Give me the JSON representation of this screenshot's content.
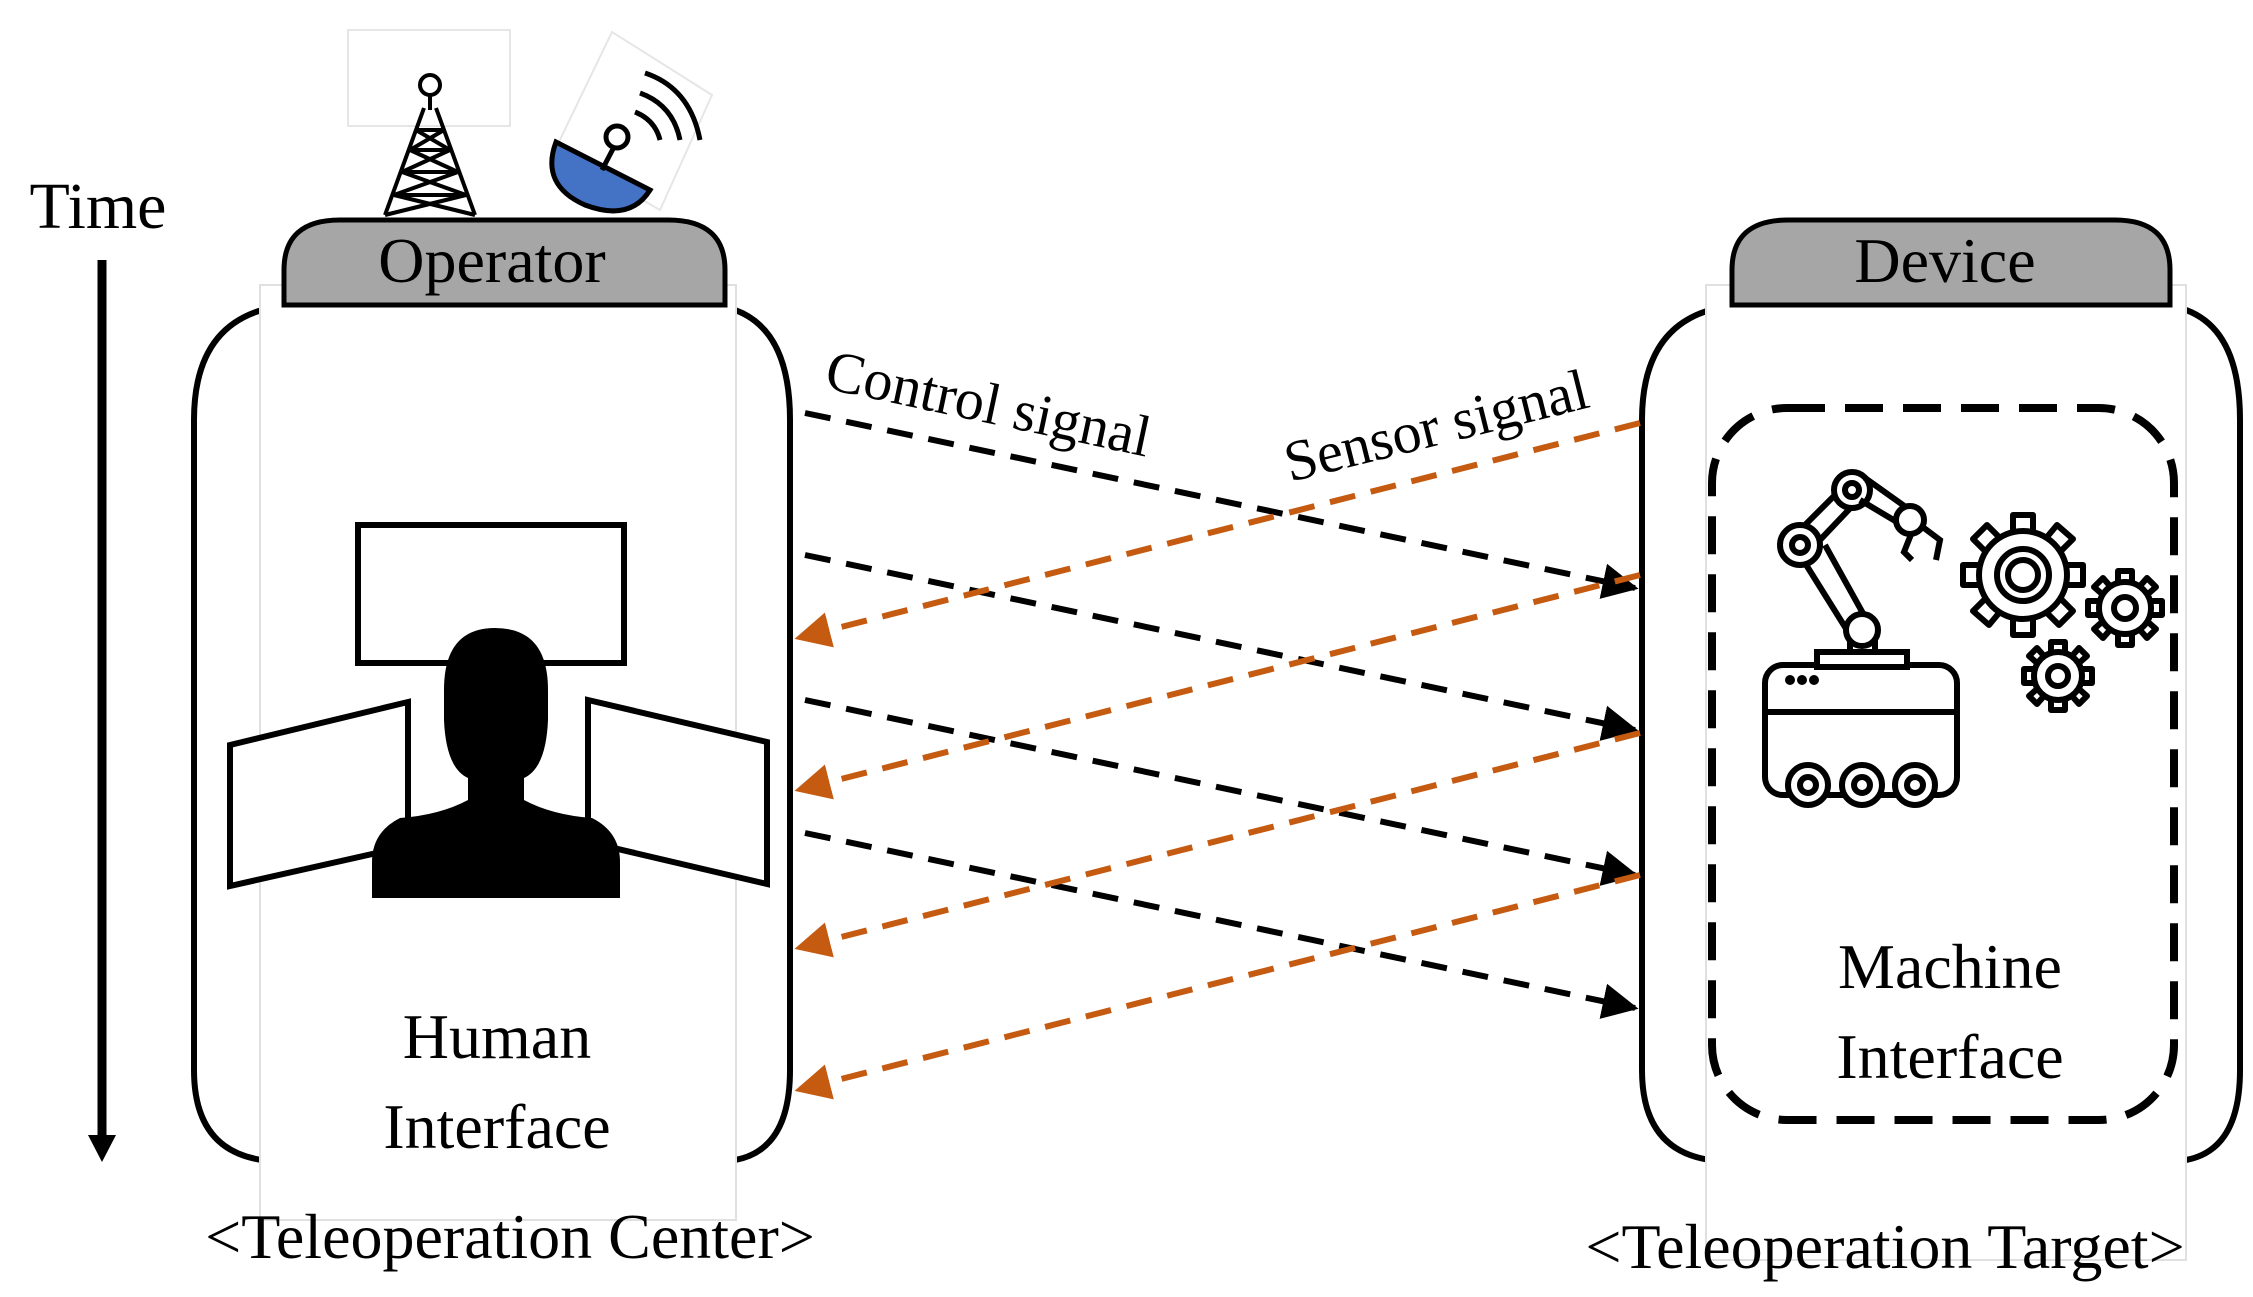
{
  "time_label": "Time",
  "operator": {
    "tab_label": "Operator",
    "interface_line1": "Human",
    "interface_line2": "Interface",
    "caption": "<Teleoperation Center>"
  },
  "device": {
    "tab_label": "Device",
    "interface_line1": "Machine",
    "interface_line2": "Interface",
    "caption": "<Teleoperation Target>"
  },
  "signals": {
    "control_label": "Control signal",
    "sensor_label": "Sensor signal",
    "control_color": "#000000",
    "sensor_color": "#C55A11",
    "control_count": 4,
    "sensor_count": 4
  },
  "icons": {
    "tower": "radio-tower-icon",
    "dish": "satellite-dish-icon",
    "operator": "operator-workstation-icon",
    "robot": "robot-arm-vehicle-icon",
    "gears": "gears-icon"
  },
  "colors": {
    "tab_fill": "#A6A6A6",
    "dish_fill": "#4472C4"
  }
}
